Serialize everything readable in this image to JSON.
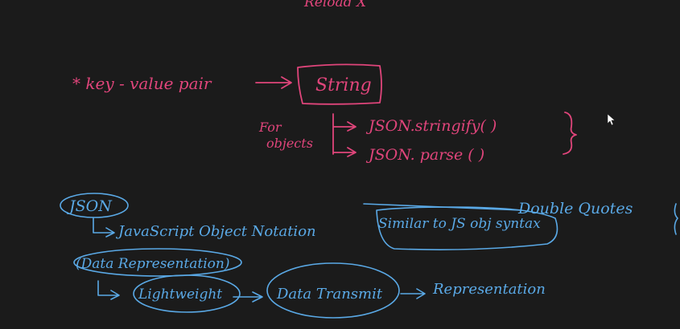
{
  "ink_colors": {
    "pink": "#e0457b",
    "blue": "#5aa9e6",
    "background": "#1b1b1b"
  },
  "notes": {
    "top_partial": "Reload X",
    "key_value": "* key - value   pair",
    "string_box": "String",
    "for_objects_line1": "For",
    "for_objects_line2": "objects",
    "stringify": "JSON.stringify( )",
    "parse": "JSON. parse ( )",
    "json_oval": "JSON",
    "json_full": "JavaScript Object Notation",
    "similar_box": "Similar to JS obj syntax",
    "double_quotes": "Double Quotes",
    "data_repr_oval": "(Data Representation)",
    "lightweight_oval": "Lightweight",
    "data_transmit_oval": "Data Transmit",
    "representation": "Representation"
  },
  "icons": {
    "cursor": "mouse-pointer-icon"
  }
}
